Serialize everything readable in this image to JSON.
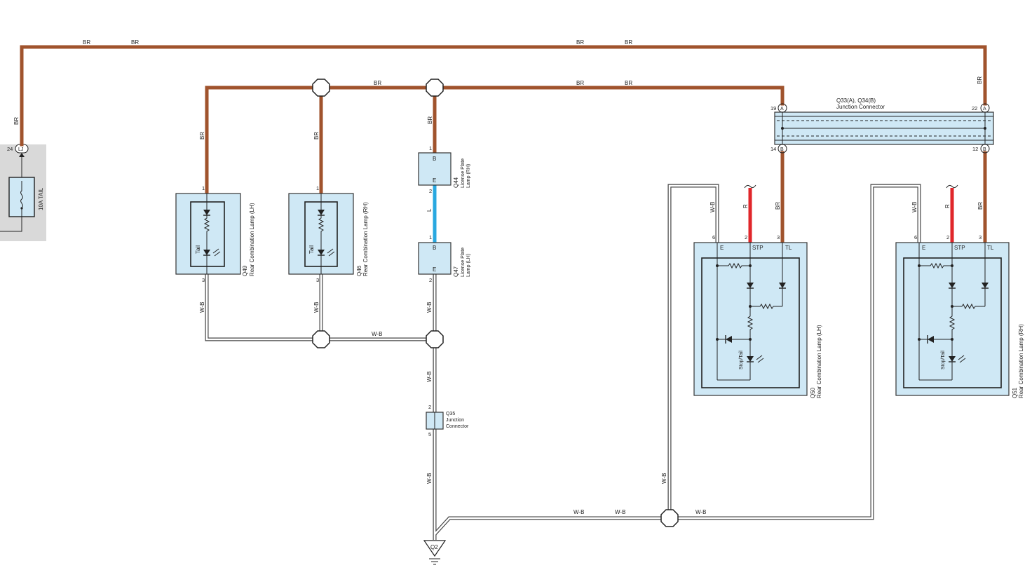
{
  "wire_colors": {
    "br": "#a0532d",
    "r": "#e0262a",
    "l": "#29a8e0",
    "wb_outline": "#444444",
    "component_fill": "#cfe8f5",
    "fuse_panel_fill": "#d9d9d9"
  },
  "wire_labels": {
    "br": "BR",
    "wb": "W-B",
    "r": "R",
    "l": "L"
  },
  "fuse": {
    "label": "10A TAIL",
    "pin": "24",
    "connector": "LJ"
  },
  "q49": {
    "id": "Q49",
    "name": "Rear Combination Lamp (LH)",
    "pin_top": "1",
    "pin_bottom": "3",
    "bulb": "Tail"
  },
  "q46": {
    "id": "Q46",
    "name": "Rear Combination Lamp (RH)",
    "pin_top": "1",
    "pin_bottom": "3",
    "bulb": "Tail"
  },
  "q44": {
    "id": "Q44",
    "name_line1": "License Plate",
    "name_line2": "Lamp (RH)",
    "pin_top": "1",
    "pin_bottom": "2",
    "term_top": "B",
    "term_bottom": "E"
  },
  "q47": {
    "id": "Q47",
    "name_line1": "License Plate",
    "name_line2": "Lamp (LH)",
    "pin_top": "1",
    "pin_bottom": "2",
    "term_top": "B",
    "term_bottom": "E"
  },
  "q35": {
    "id": "Q35",
    "name_line1": "Junction",
    "name_line2": "Connector",
    "pin_top": "2",
    "pin_bottom": "5"
  },
  "junction": {
    "title": "Q33(A), Q34(B)",
    "subtitle": "Junction Connector",
    "pin_a_left": "19",
    "pin_a_right": "22",
    "pin_b_left": "14",
    "pin_b_right": "12",
    "conn_a": "A",
    "conn_b": "B"
  },
  "q50": {
    "id": "Q50",
    "name": "Rear Combination Lamp (LH)",
    "pins": [
      "6",
      "2",
      "3"
    ],
    "terms": [
      "E",
      "STP",
      "TL"
    ],
    "bulb": "Stop/Tail"
  },
  "q51": {
    "id": "Q51",
    "name": "Rear Combination Lamp (RH)",
    "pins": [
      "6",
      "2",
      "3"
    ],
    "terms": [
      "E",
      "STP",
      "TL"
    ],
    "bulb": "Stop/Tail"
  },
  "ground": {
    "id": "Q2"
  }
}
